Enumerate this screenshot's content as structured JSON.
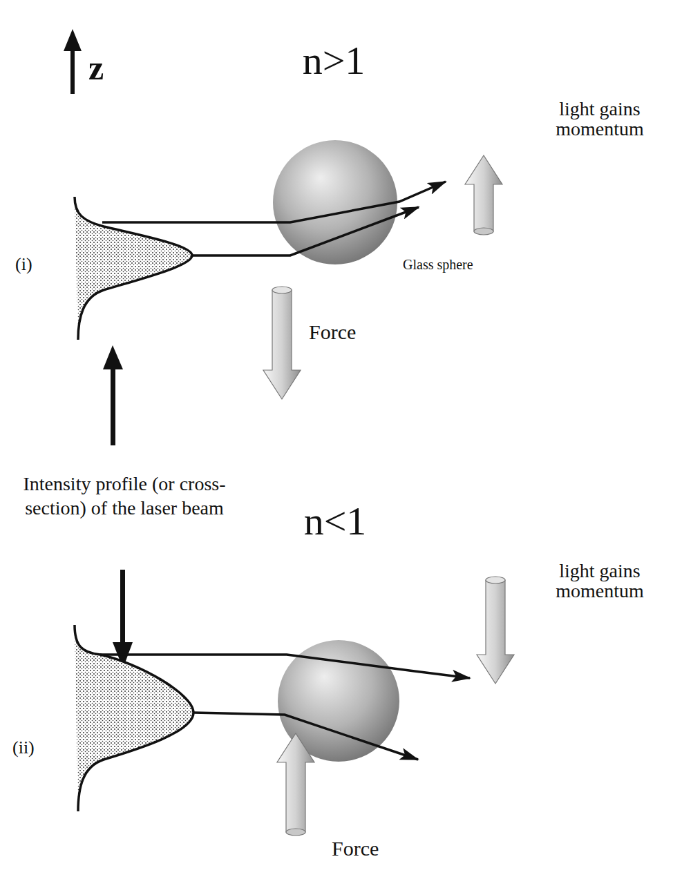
{
  "diagram": {
    "labels": [
      "z",
      "n>1",
      "light gains momentum",
      "(i)",
      "Glass sphere",
      "Force",
      "Intensity profile (or cross-section) of the laser beam",
      "n<1",
      "light gains momentum",
      "(ii)",
      "Force"
    ]
  }
}
